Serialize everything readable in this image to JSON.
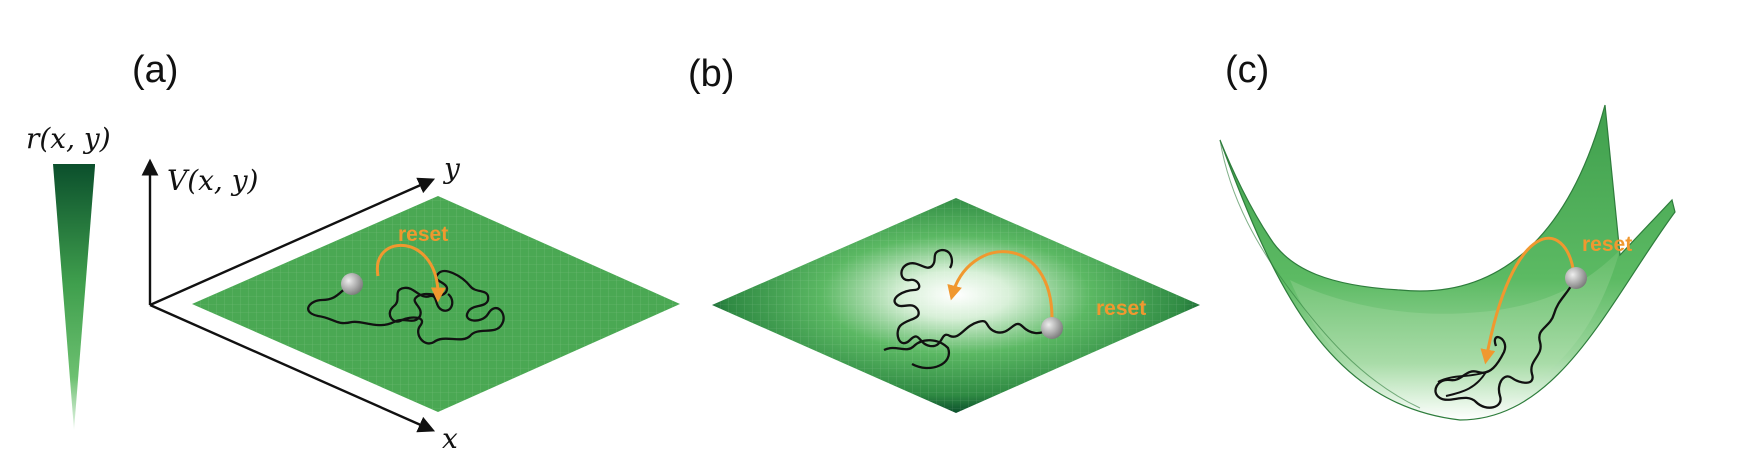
{
  "panels": {
    "a": {
      "label": "(a)",
      "reset_label": "reset"
    },
    "b": {
      "label": "(b)",
      "reset_label": "reset"
    },
    "c": {
      "label": "(c)",
      "reset_label": "reset"
    }
  },
  "colorbar": {
    "label": "r(x, y)"
  },
  "axes": {
    "v_label": "V(x, y)",
    "x_label": "x",
    "y_label": "y"
  },
  "colors": {
    "surface_dark": "#0b4f2c",
    "surface_mid": "#4cae55",
    "surface_light": "#ffffff",
    "reset_arrow": "#f0982f",
    "particle": "#a9a9a9",
    "trajectory": "#111111"
  }
}
